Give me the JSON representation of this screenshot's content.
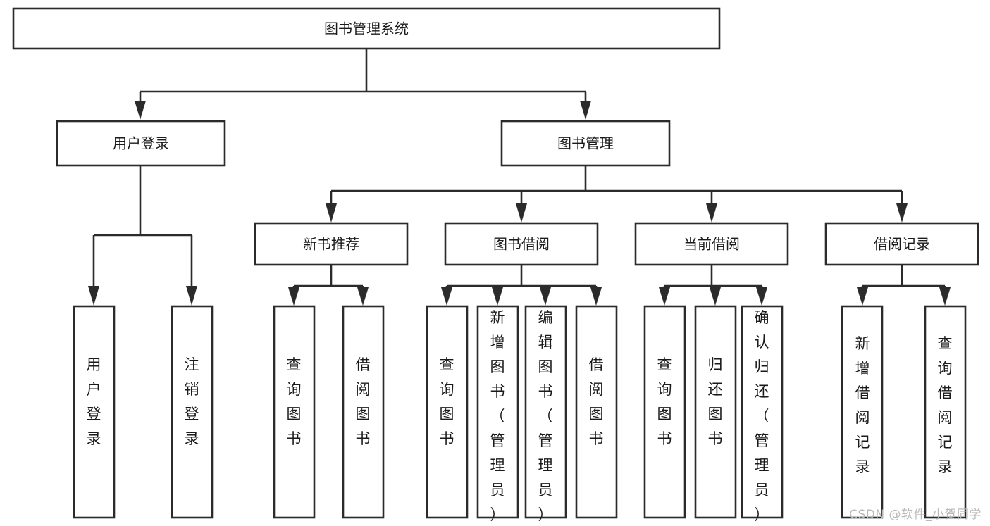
{
  "diagram": {
    "title": "图书管理系统",
    "type": "tree",
    "watermark": "CSDN @软件_小贺同学",
    "colors": {
      "background": "#ffffff",
      "stroke": "#2b2b2b",
      "text": "#1a1a1a",
      "watermark": "#b9b9b9"
    },
    "levels": {
      "root": {
        "label": "图书管理系统"
      },
      "level1": [
        {
          "label": "用户登录"
        },
        {
          "label": "图书管理"
        }
      ],
      "level2": [
        {
          "label": "新书推荐"
        },
        {
          "label": "图书借阅"
        },
        {
          "label": "当前借阅"
        },
        {
          "label": "借阅记录"
        }
      ],
      "leaves": [
        {
          "label": "用户登录",
          "parent": "用户登录"
        },
        {
          "label": "注销登录",
          "parent": "用户登录"
        },
        {
          "label": "查询图书",
          "parent": "新书推荐"
        },
        {
          "label": "借阅图书",
          "parent": "新书推荐"
        },
        {
          "label": "查询图书",
          "parent": "图书借阅"
        },
        {
          "label": "新增图书（管理员）",
          "parent": "图书借阅"
        },
        {
          "label": "编辑图书（管理员）",
          "parent": "图书借阅"
        },
        {
          "label": "借阅图书",
          "parent": "图书借阅"
        },
        {
          "label": "查询图书",
          "parent": "当前借阅"
        },
        {
          "label": "归还图书",
          "parent": "当前借阅"
        },
        {
          "label": "确认归还（管理员）",
          "parent": "当前借阅"
        },
        {
          "label": "新增借阅记录",
          "parent": "借阅记录"
        },
        {
          "label": "查询借阅记录",
          "parent": "借阅记录"
        }
      ]
    }
  }
}
